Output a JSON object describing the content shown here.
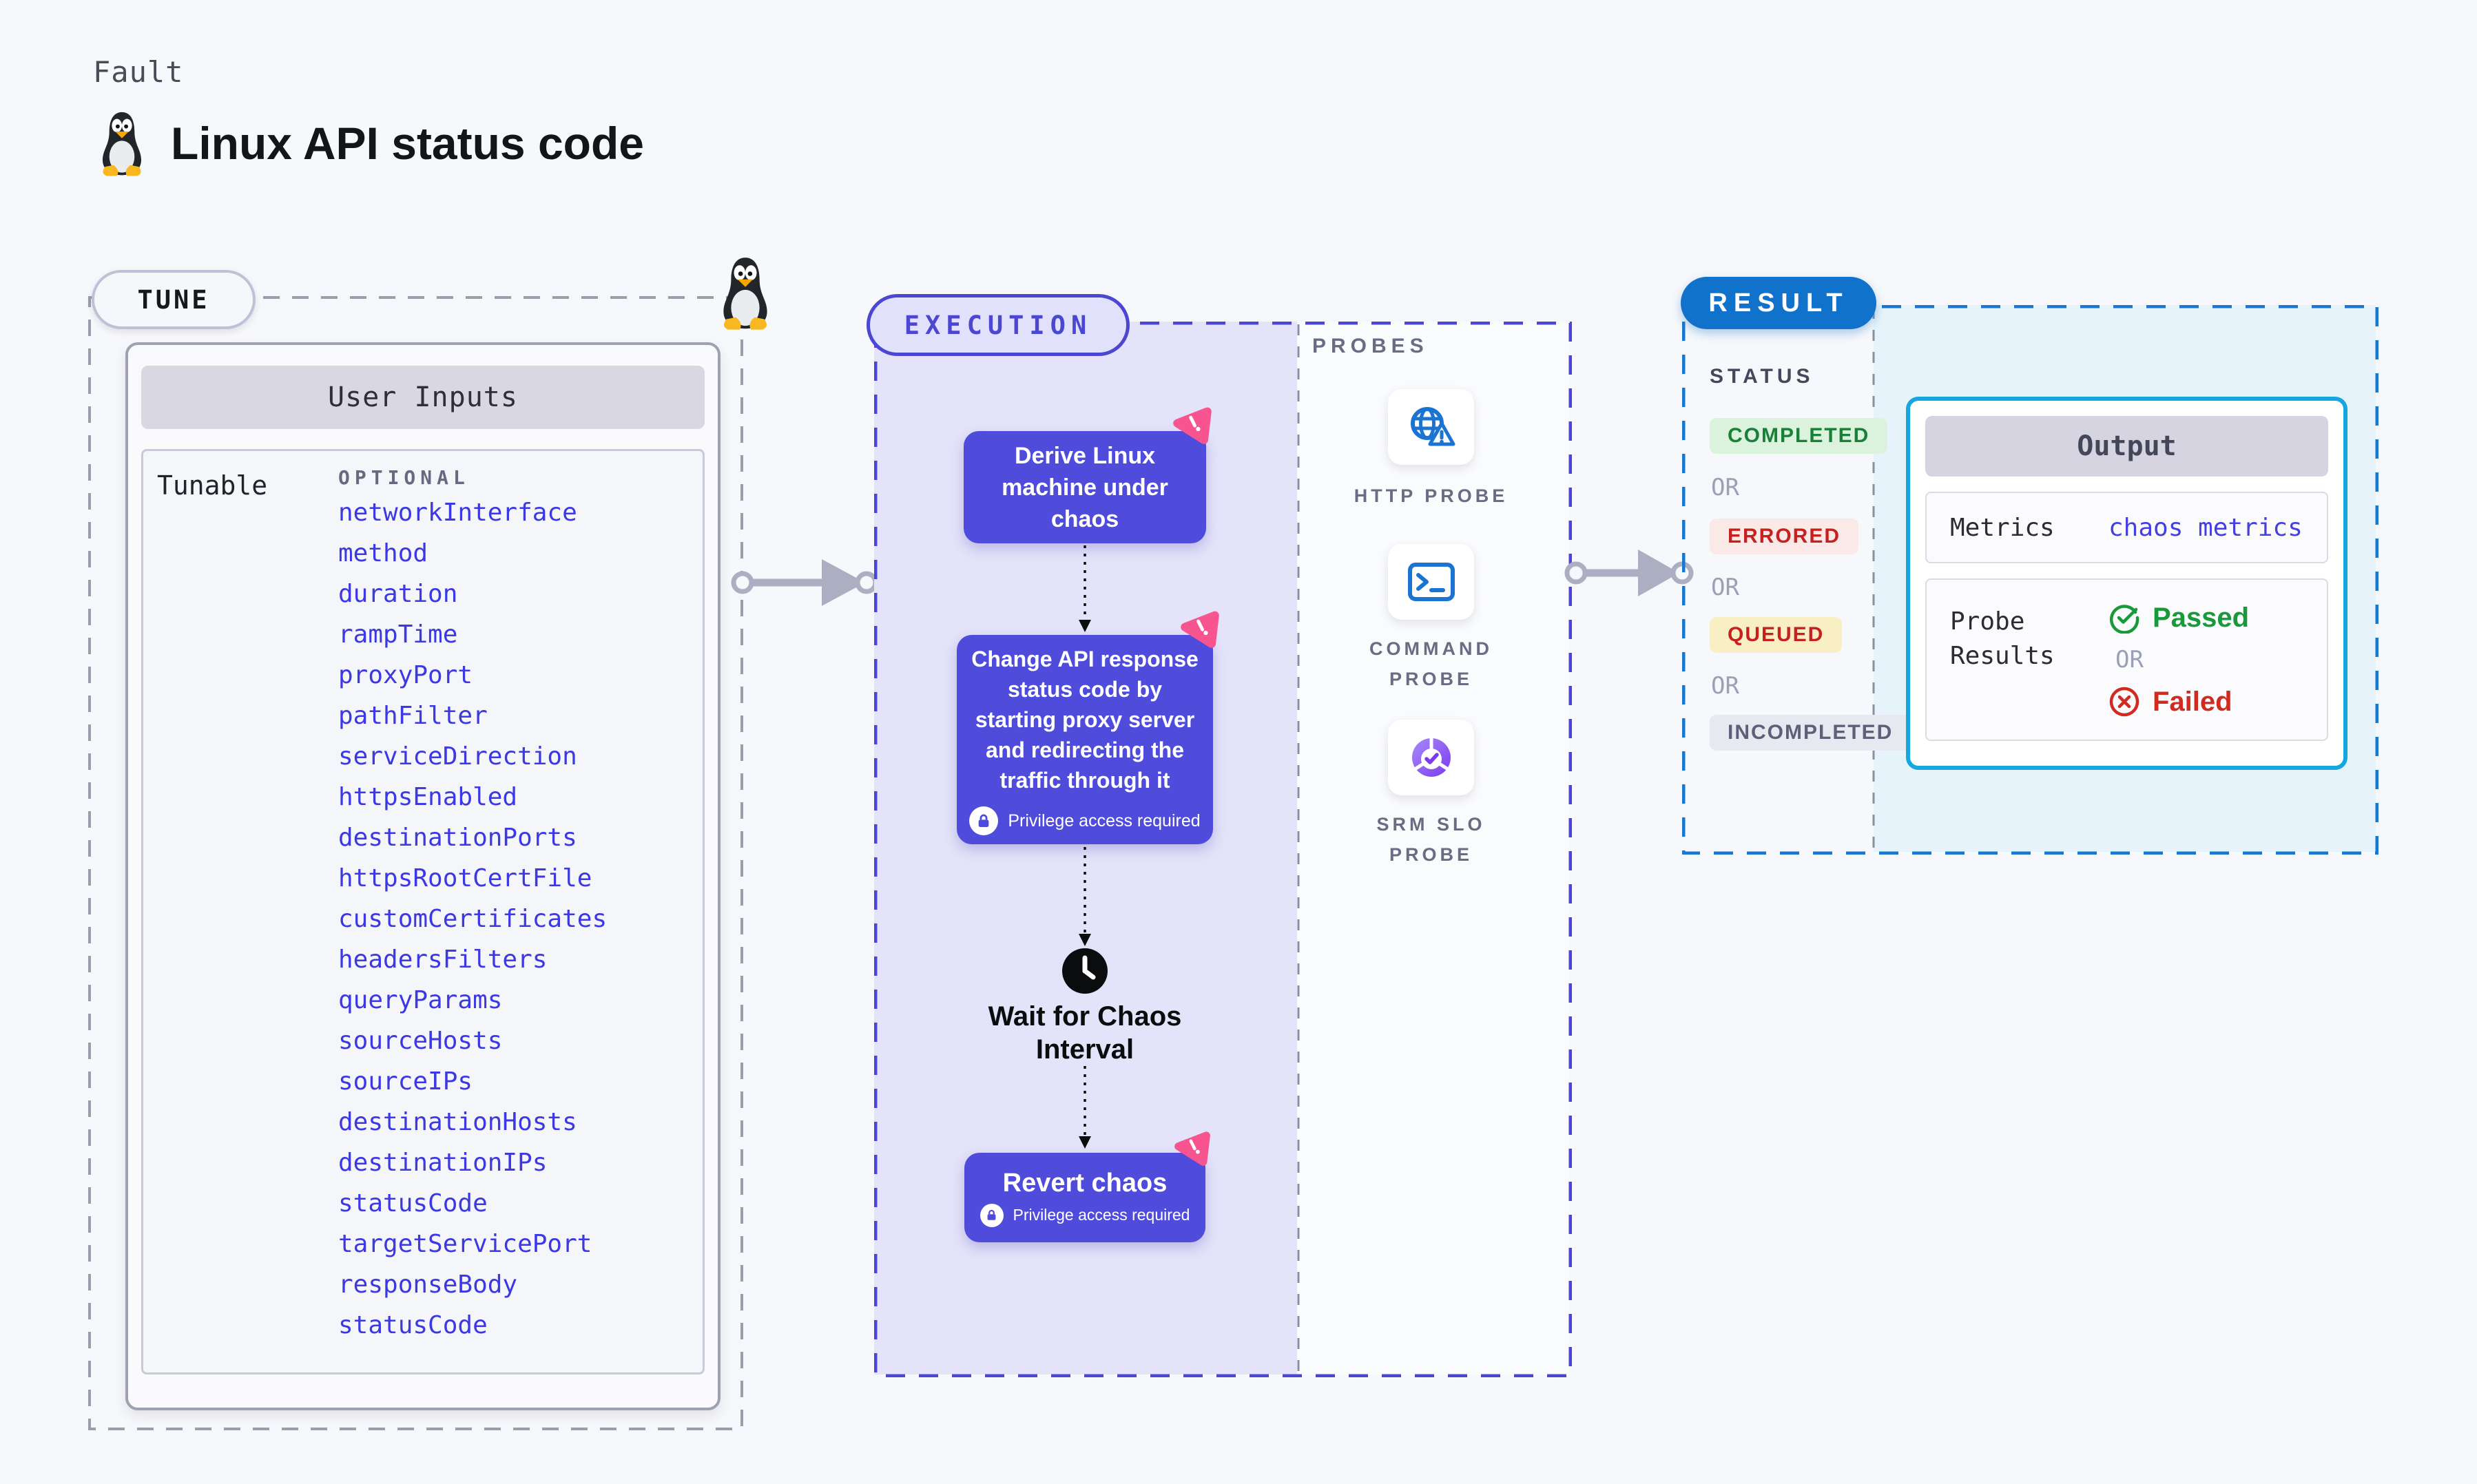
{
  "header": {
    "category": "Fault",
    "title": "Linux API status code",
    "icon": "linux-tux-icon"
  },
  "tune": {
    "label": "TUNE",
    "panel_title": "User Inputs",
    "row_label": "Tunable",
    "column_label": "OPTIONAL",
    "params": [
      "networkInterface",
      "method",
      "duration",
      "rampTime",
      "proxyPort",
      "pathFilter",
      "serviceDirection",
      "httpsEnabled",
      "destinationPorts",
      "httpsRootCertFile",
      "customCertificates",
      "headersFilters",
      "queryParams",
      "sourceHosts",
      "sourceIPs",
      "destinationHosts",
      "destinationIPs",
      "statusCode",
      "targetServicePort",
      "responseBody",
      "statusCode"
    ]
  },
  "execution": {
    "label": "EXECUTION",
    "steps": {
      "derive": "Derive Linux\nmachine under\nchaos",
      "inject": "Change API response\nstatus code by\nstarting proxy server\nand redirecting the\ntraffic through it",
      "wait": "Wait for Chaos\nInterval",
      "revert": "Revert chaos"
    },
    "privilege_note": "Privilege access required"
  },
  "probes": {
    "label": "PROBES",
    "items": [
      {
        "icon": "http-probe-icon",
        "label": "HTTP PROBE"
      },
      {
        "icon": "command-probe-icon",
        "label": "COMMAND\nPROBE"
      },
      {
        "icon": "srm-slo-probe-icon",
        "label": "SRM SLO\nPROBE"
      }
    ]
  },
  "result": {
    "label": "RESULT",
    "status_label": "STATUS",
    "or": "OR",
    "statuses": [
      {
        "label": "COMPLETED",
        "bg": "#DBF2DC",
        "color": "#1A7F37"
      },
      {
        "label": "ERRORED",
        "bg": "#FBE9E7",
        "color": "#C5221F"
      },
      {
        "label": "QUEUED",
        "bg": "#F9EFC5",
        "color": "#C5221F"
      },
      {
        "label": "INCOMPLETED",
        "bg": "#E8E8F0",
        "color": "#5D6078"
      }
    ],
    "output": {
      "title": "Output",
      "metrics_label": "Metrics",
      "metrics_value": "chaos metrics",
      "probe_results_label": "Probe\nResults",
      "passed": "Passed",
      "failed": "Failed"
    }
  },
  "colors": {
    "page_bg": "#F7F8FB",
    "param_blue": "#3B38E4",
    "indigo": "#4B47D3",
    "node_bg": "#504CDB",
    "lavender": "#E4E3F9",
    "result_blue": "#1172CB",
    "output_border_cyan": "#16A7E0",
    "passed_green": "#189A3A",
    "failed_red": "#D02B20",
    "chaos_pink": "#F8548F",
    "probe_icon_blue": "#1B74D2",
    "srm_purple": "#7C3AED"
  }
}
